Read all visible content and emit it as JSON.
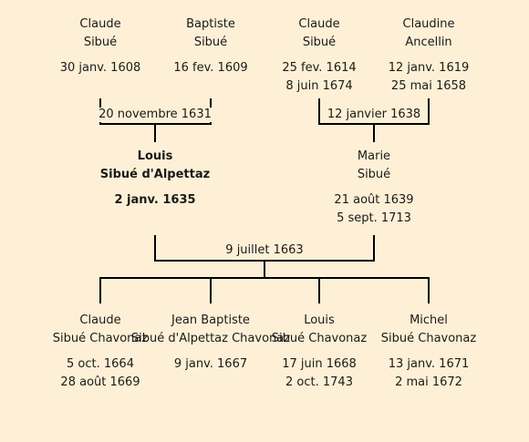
{
  "grandparents": [
    {
      "given": "Claude",
      "surname": "Sibué",
      "birth": "30 janv. 1608",
      "death": ""
    },
    {
      "given": "Baptiste",
      "surname": "Sibué",
      "birth": "16 fev. 1609",
      "death": ""
    },
    {
      "given": "Claude",
      "surname": "Sibué",
      "birth": "25 fev. 1614",
      "death": "8 juin 1674"
    },
    {
      "given": "Claudine",
      "surname": "Ancellin",
      "birth": "12 janv. 1619",
      "death": "25 mai 1658"
    }
  ],
  "marriages": {
    "left": "20 novembre 1631",
    "right": "12 janvier 1638",
    "couple": "9 juillet 1663"
  },
  "parents": [
    {
      "given": "Louis",
      "surname": "Sibué d'Alpettaz",
      "birth": "2 janv. 1635",
      "death": ""
    },
    {
      "given": "Marie",
      "surname": "Sibué",
      "birth": "21 août 1639",
      "death": "5 sept. 1713"
    }
  ],
  "children": [
    {
      "given": "Claude",
      "surname": "Sibué Chavonaz",
      "birth": "5 oct. 1664",
      "death": "28 août 1669"
    },
    {
      "given": "Jean Baptiste",
      "surname": "Sibué d'Alpettaz Chavonaz",
      "birth": "9 janv. 1667",
      "death": ""
    },
    {
      "given": "Louis",
      "surname": "Sibué Chavonaz",
      "birth": "17 juin 1668",
      "death": "2 oct. 1743"
    },
    {
      "given": "Michel",
      "surname": "Sibué Chavonaz",
      "birth": "13 janv. 1671",
      "death": "2 mai 1672"
    }
  ],
  "colors": {
    "background": "#fdf0d6",
    "lines": "#000000"
  }
}
